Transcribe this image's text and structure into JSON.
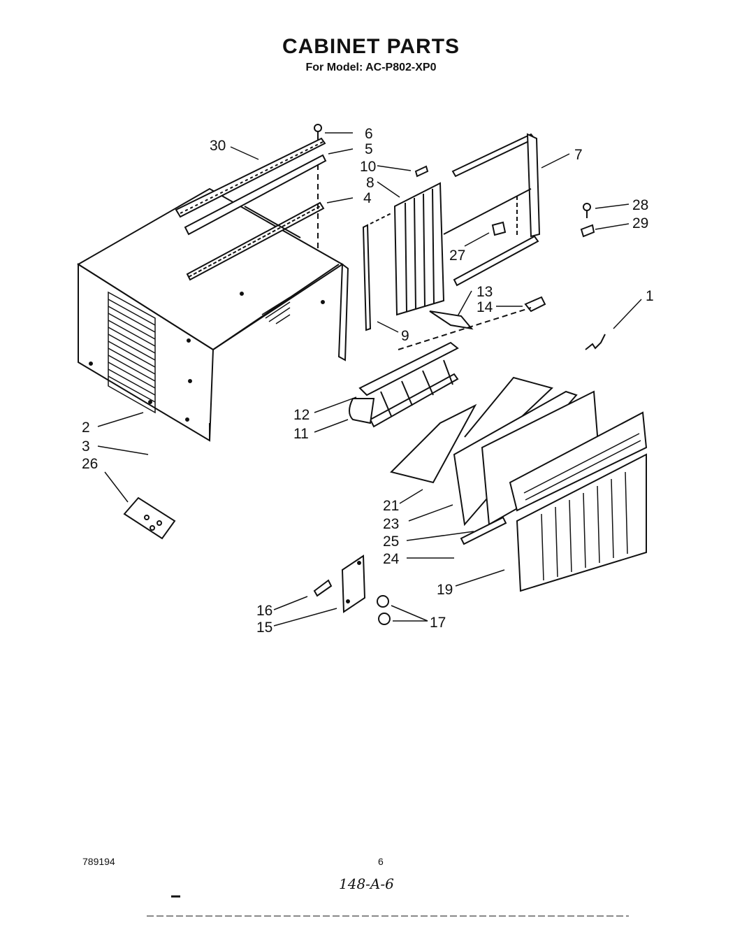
{
  "header": {
    "title": "CABINET PARTS",
    "subtitle": "For Model: AC-P802-XP0"
  },
  "callouts": [
    "1",
    "2",
    "3",
    "4",
    "5",
    "6",
    "7",
    "8",
    "9",
    "10",
    "11",
    "12",
    "13",
    "14",
    "15",
    "16",
    "17",
    "19",
    "21",
    "23",
    "24",
    "25",
    "26",
    "27",
    "28",
    "29",
    "30"
  ],
  "footer": {
    "doc_number": "789194",
    "page_number": "6",
    "handwritten": "148-A-6"
  }
}
